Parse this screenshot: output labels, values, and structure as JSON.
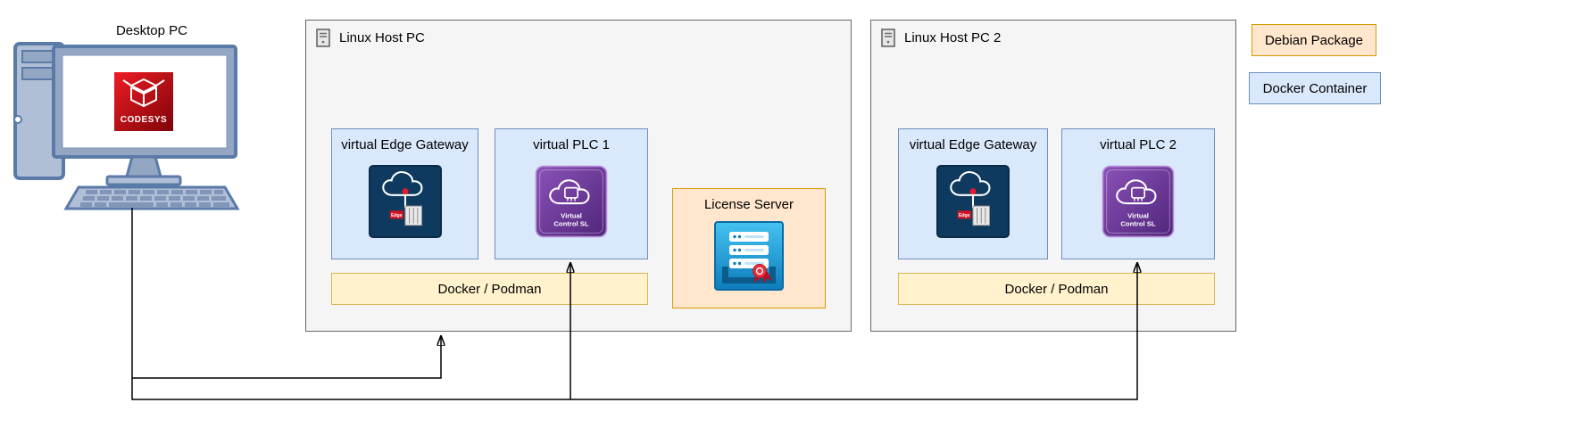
{
  "desktop_pc": {
    "label": "Desktop PC",
    "logo_text": "CODESYS"
  },
  "hosts": [
    {
      "label": "Linux Host PC",
      "edge_gateway": "virtual Edge Gateway",
      "plc": "virtual PLC 1",
      "runtime": "Docker / Podman"
    },
    {
      "label": "Linux Host PC 2",
      "edge_gateway": "virtual Edge Gateway",
      "plc": "virtual PLC 2",
      "runtime": "Docker / Podman"
    }
  ],
  "license_server": {
    "label": "License Server"
  },
  "legend": [
    {
      "label": "Debian Package",
      "fill": "#ffe6cc",
      "border": "#d79b00"
    },
    {
      "label": "Docker Container",
      "fill": "#dae8fc",
      "border": "#6c8ebf"
    }
  ],
  "plc_icon": {
    "line1": "Virtual",
    "line2": "Control SL"
  },
  "edge_icon": {
    "tag": "Edge"
  },
  "colors": {
    "host_fill": "#f5f5f5",
    "host_border": "#666666",
    "container_fill": "#dae8fc",
    "container_border": "#6c8ebf",
    "runtime_fill": "#fff2cc",
    "runtime_border": "#d6b656",
    "package_fill": "#ffe6cc",
    "package_border": "#d79b00",
    "connector": "#000000"
  }
}
